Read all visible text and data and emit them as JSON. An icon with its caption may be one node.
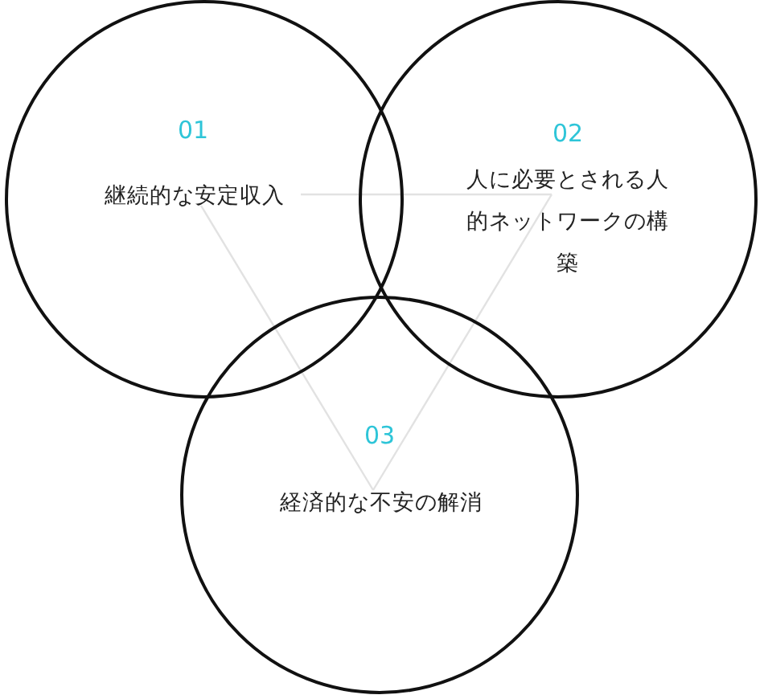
{
  "diagram": {
    "nodes": [
      {
        "text": [
          "01",
          "継続的な安定収入"
        ]
      },
      {
        "text": [
          "02",
          "人に必要とされる人的ネットワークの構築"
        ]
      },
      {
        "text": [
          "03",
          "経済的な不安の解消"
        ]
      }
    ],
    "edges": [
      {
        "from": 0,
        "to": 1,
        "arrow": "none"
      },
      {
        "from": 1,
        "to": 2,
        "arrow": "none"
      },
      {
        "from": 2,
        "to": 0,
        "arrow": "none"
      }
    ]
  }
}
